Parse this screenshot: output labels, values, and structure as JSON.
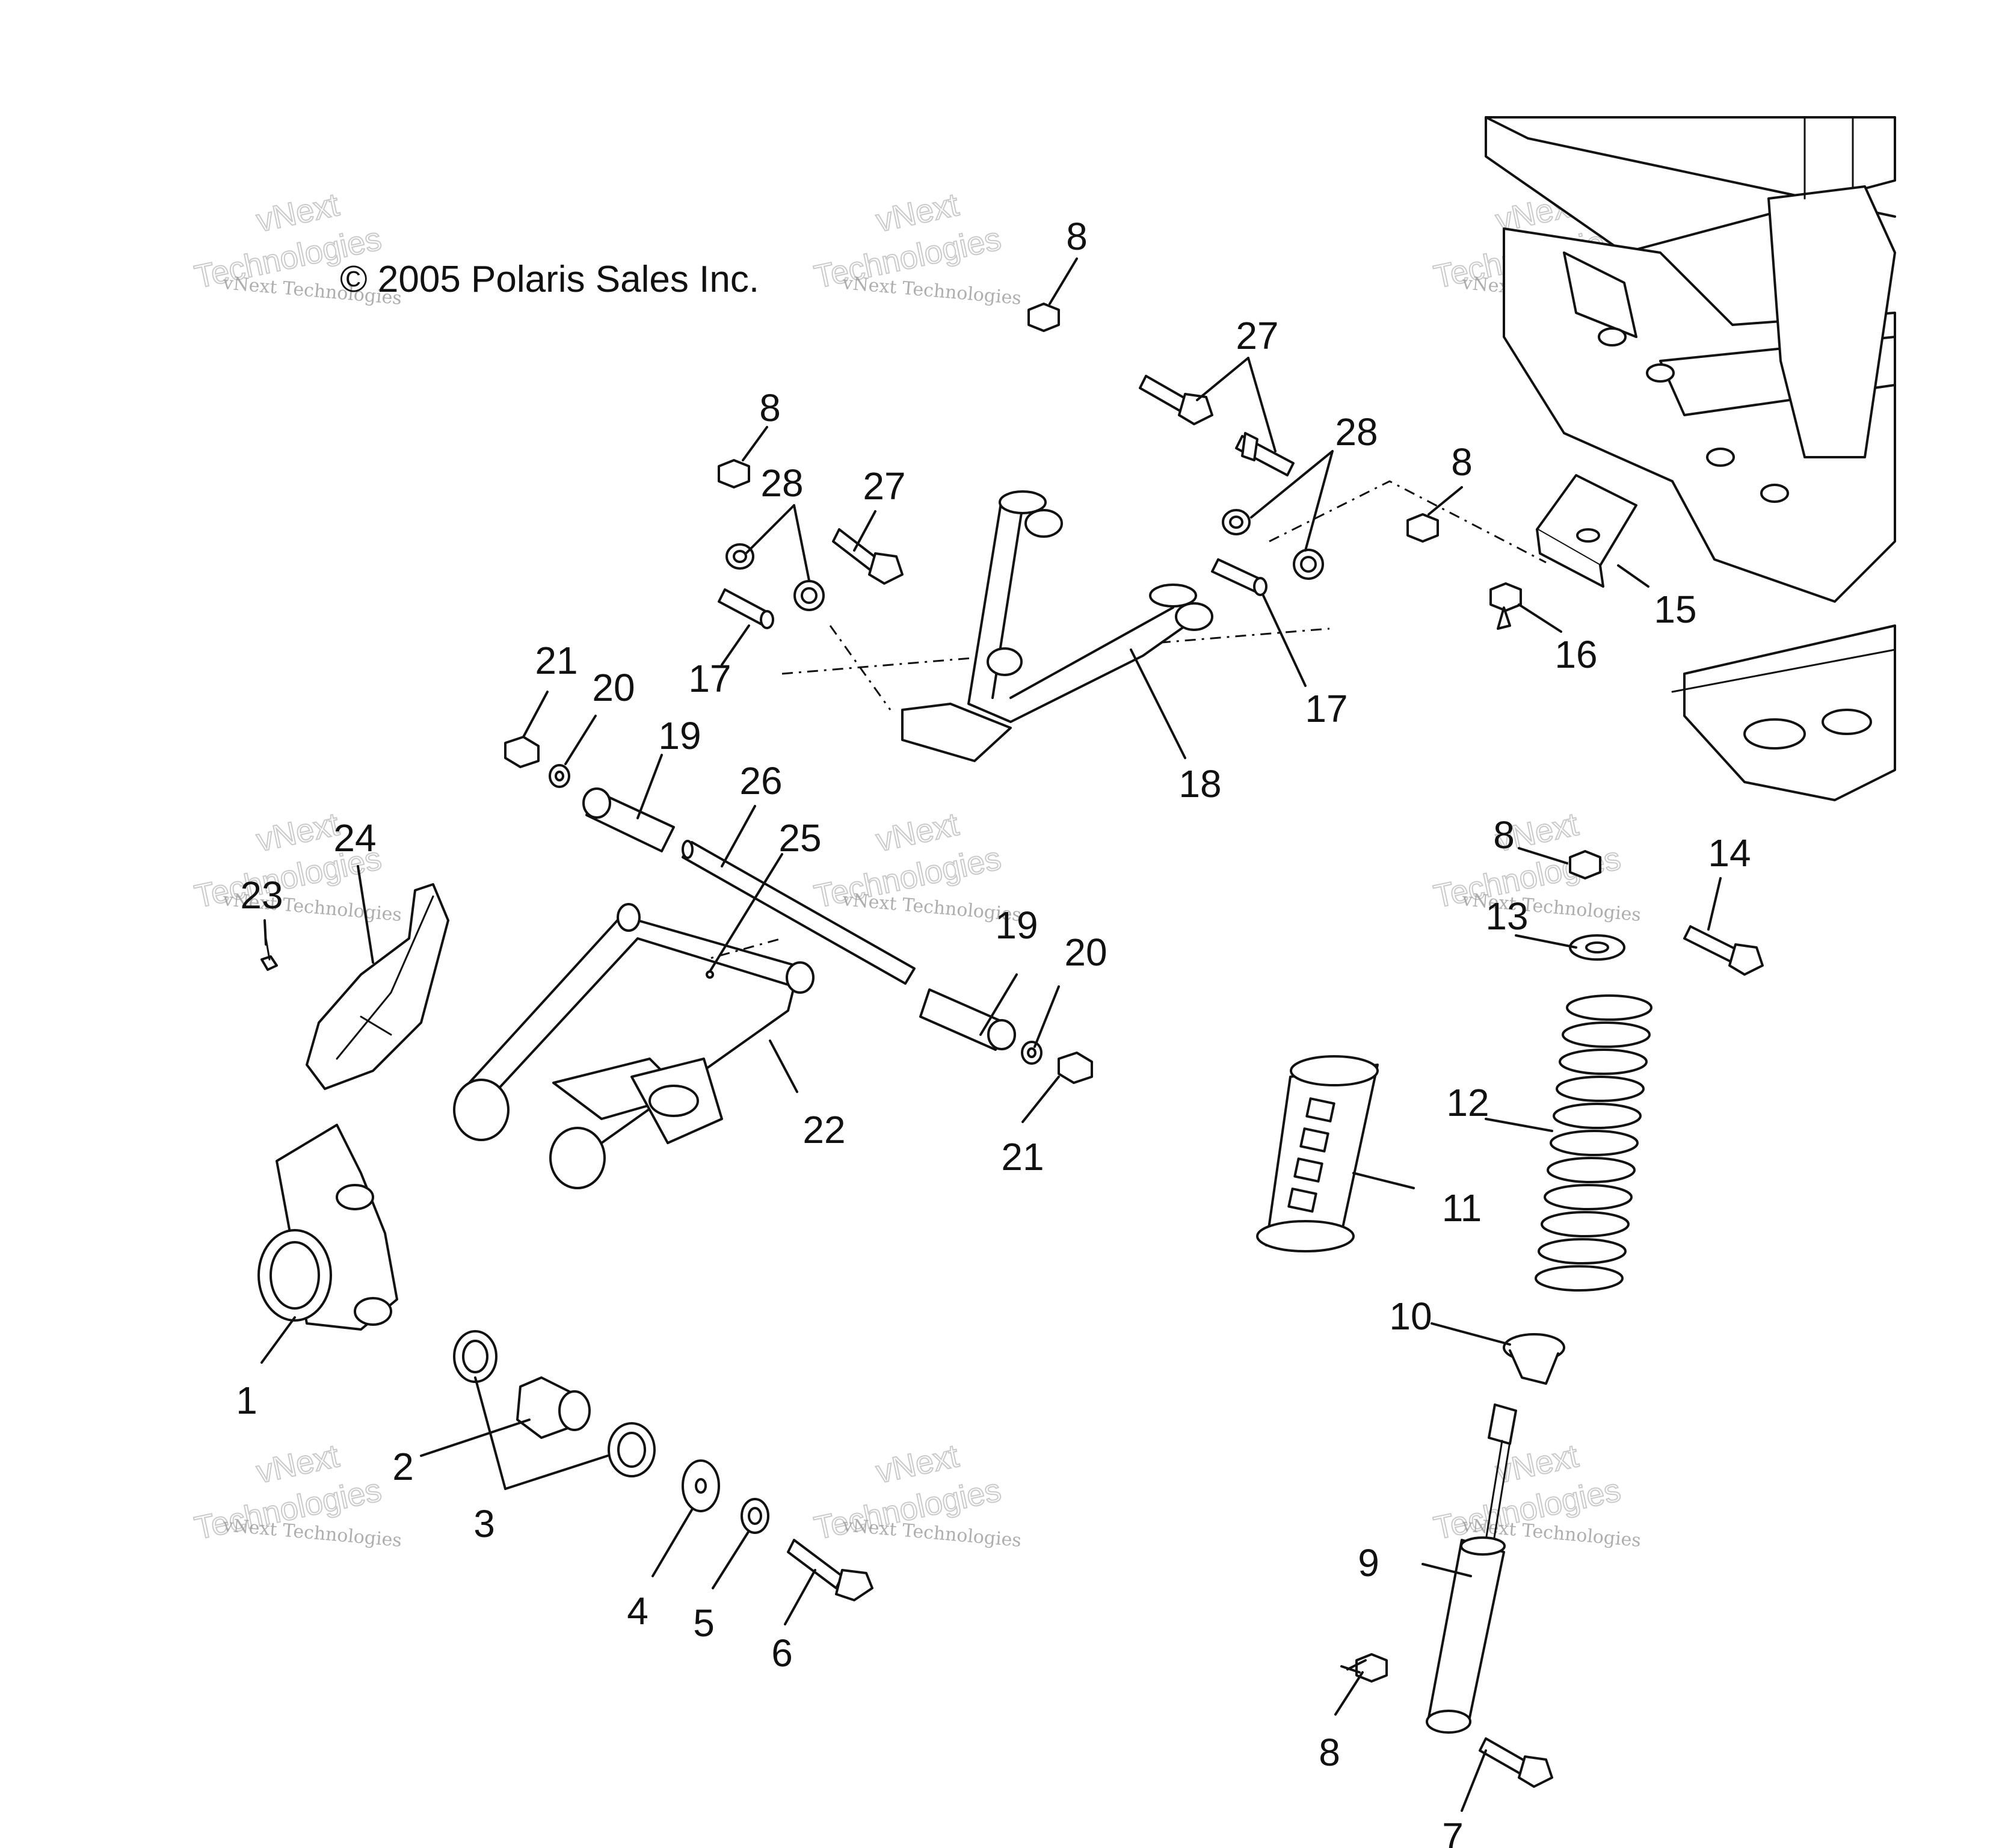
{
  "copyright": "© 2005 Polaris Sales Inc.",
  "watermark": {
    "line1": "vNext",
    "line2": "Technologies",
    "full": "vNext Technologies"
  },
  "callouts": [
    "1",
    "2",
    "3",
    "4",
    "5",
    "6",
    "7",
    "8",
    "9",
    "10",
    "11",
    "12",
    "13",
    "14",
    "15",
    "16",
    "17",
    "18",
    "19",
    "20",
    "21",
    "22",
    "23",
    "24",
    "25",
    "26",
    "27",
    "28"
  ]
}
